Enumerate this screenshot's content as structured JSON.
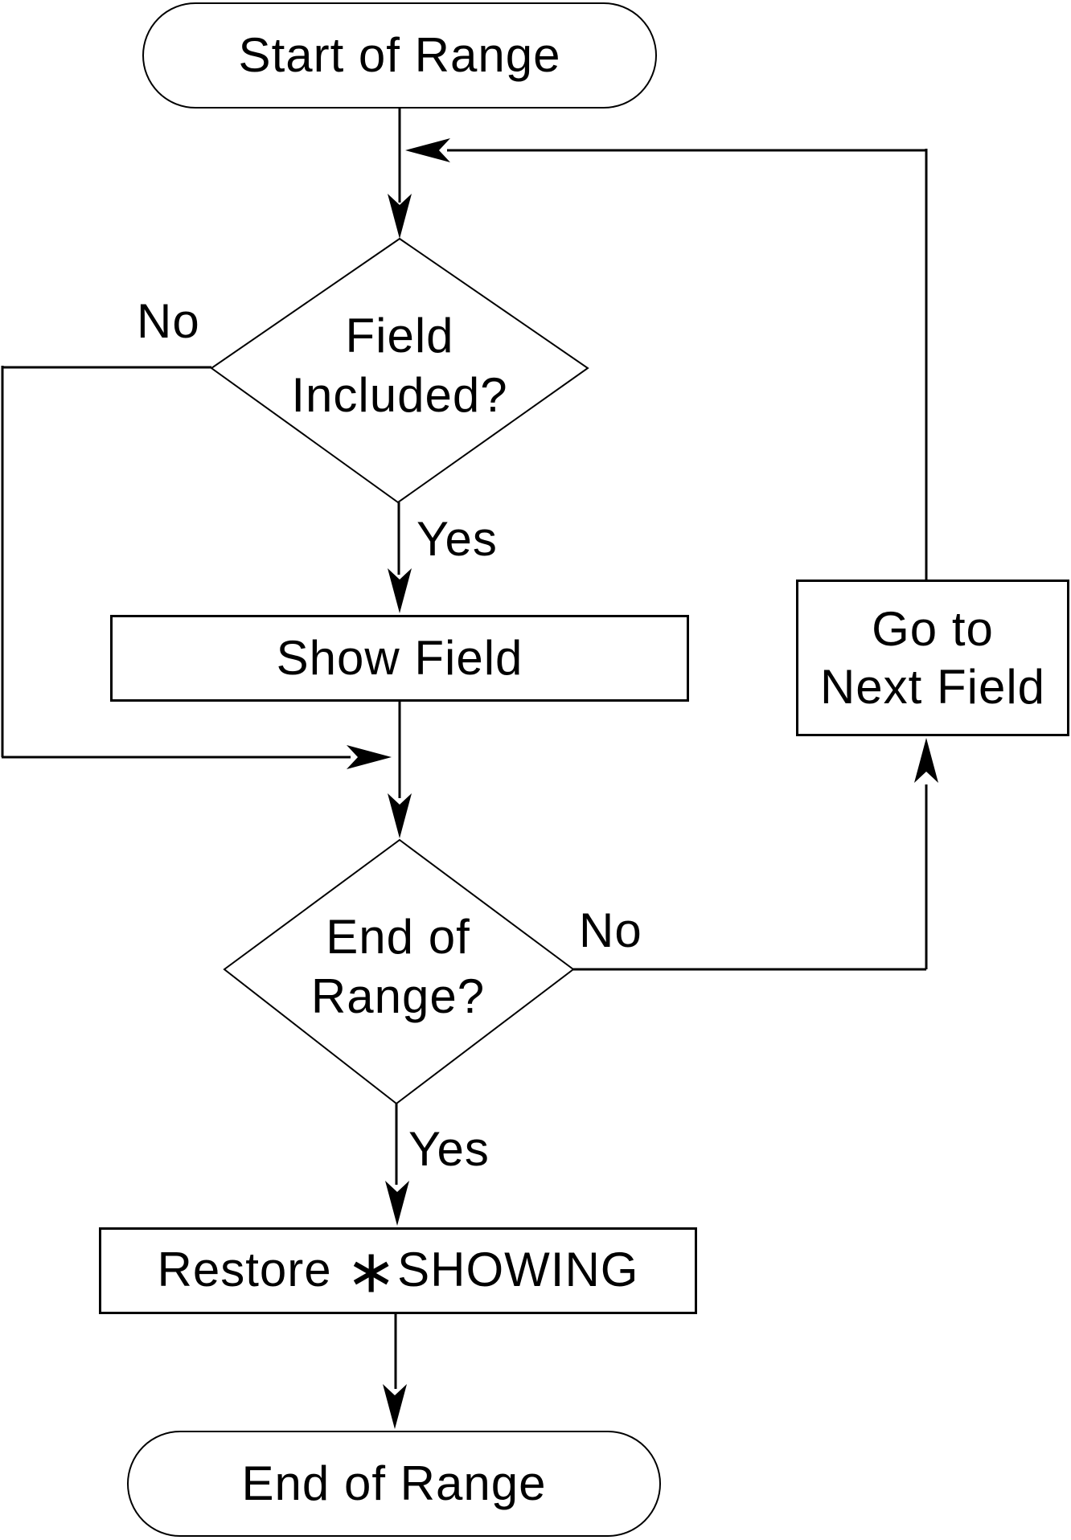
{
  "diagram": {
    "colors": {
      "stroke": "#000000",
      "background": "#ffffff"
    },
    "nodes": {
      "start_terminator": {
        "type": "terminator",
        "label": "Start of Range"
      },
      "field_included_decision": {
        "type": "decision",
        "line1": "Field",
        "line2": "Included?"
      },
      "show_field_process": {
        "type": "process",
        "label": "Show Field"
      },
      "end_of_range_decision": {
        "type": "decision",
        "line1": "End of",
        "line2": "Range?"
      },
      "go_to_next_field_process": {
        "type": "process",
        "line1": "Go to",
        "line2": "Next Field"
      },
      "restore_showing_process": {
        "type": "process",
        "prefix": "Restore ",
        "star": "∗",
        "suffix": "SHOWING"
      },
      "end_terminator": {
        "type": "terminator",
        "label": "End of Range"
      }
    },
    "edge_labels": {
      "field_included_no": "No",
      "field_included_yes": "Yes",
      "end_of_range_no": "No",
      "end_of_range_yes": "Yes"
    }
  }
}
